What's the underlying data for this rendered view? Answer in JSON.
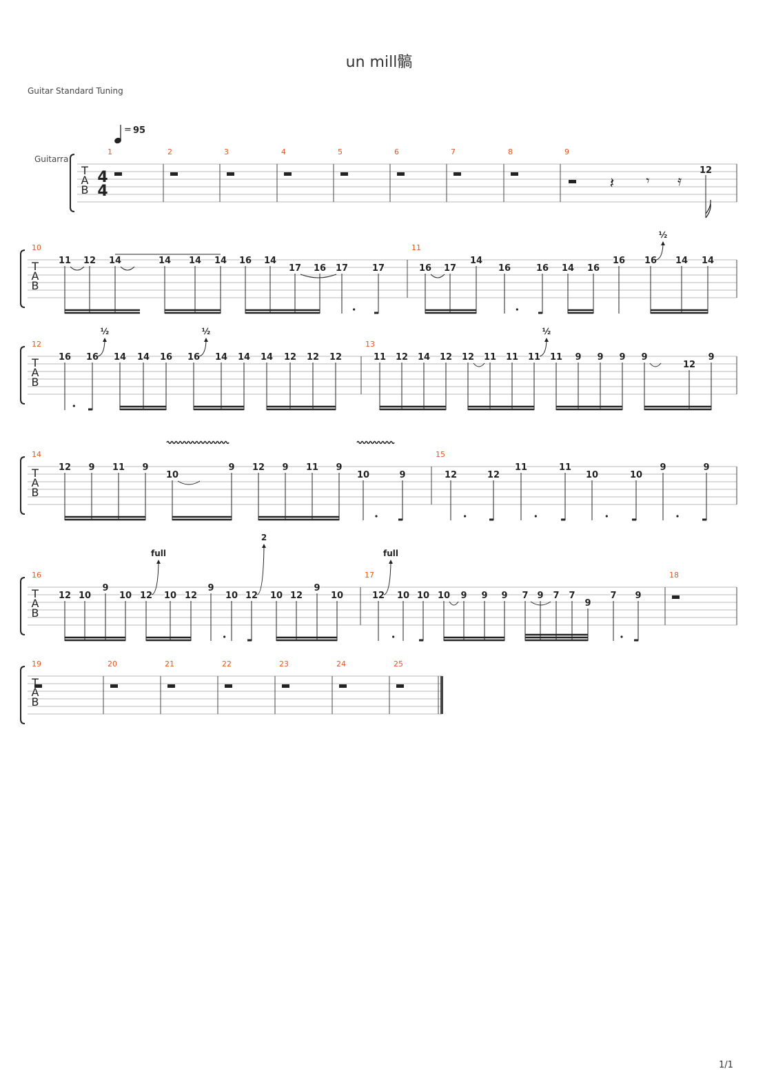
{
  "score": {
    "title": "un mill髇",
    "tuning": "Guitar Standard Tuning",
    "tempo": "95",
    "instrument": "Guitarra",
    "time_signature": {
      "numerator": "4",
      "denominator": "4"
    },
    "tab_letters": [
      "T",
      "A",
      "B"
    ],
    "page": "1/1"
  },
  "systems": [
    {
      "measures": [
        {
          "number": "1",
          "content": "whole-rest"
        },
        {
          "number": "2",
          "content": "whole-rest"
        },
        {
          "number": "3",
          "content": "whole-rest"
        },
        {
          "number": "4",
          "content": "whole-rest"
        },
        {
          "number": "5",
          "content": "whole-rest"
        },
        {
          "number": "6",
          "content": "whole-rest"
        },
        {
          "number": "7",
          "content": "whole-rest"
        },
        {
          "number": "8",
          "content": "whole-rest"
        },
        {
          "number": "9",
          "content": "rests-then-note",
          "frets": [
            "12"
          ]
        }
      ]
    },
    {
      "measures": [
        {
          "number": "10",
          "frets": [
            "11",
            "12",
            "14",
            "14",
            "14",
            "14",
            "16",
            "14",
            "17",
            "16",
            "17",
            "17"
          ]
        },
        {
          "number": "11",
          "frets": [
            "16",
            "17",
            "14",
            "16",
            "16",
            "14",
            "16",
            "16",
            "16",
            "14",
            "14"
          ],
          "bend": "½"
        }
      ]
    },
    {
      "measures": [
        {
          "number": "12",
          "frets": [
            "16",
            "16",
            "14",
            "14",
            "16",
            "16",
            "14",
            "14",
            "14",
            "12",
            "12",
            "12"
          ],
          "bends": [
            "½",
            "½"
          ]
        },
        {
          "number": "13",
          "frets": [
            "11",
            "12",
            "14",
            "12",
            "12",
            "11",
            "11",
            "11",
            "11",
            "9",
            "9",
            "9",
            "9",
            "12",
            "9"
          ],
          "bend": "½"
        }
      ]
    },
    {
      "measures": [
        {
          "number": "14",
          "frets": [
            "12",
            "9",
            "11",
            "9",
            "10",
            "9",
            "12",
            "9",
            "11",
            "9",
            "10",
            "9"
          ]
        },
        {
          "number": "15",
          "frets": [
            "12",
            "12",
            "11",
            "11",
            "10",
            "10",
            "9",
            "9"
          ]
        }
      ]
    },
    {
      "measures": [
        {
          "number": "16",
          "frets": [
            "12",
            "10",
            "9",
            "10",
            "12",
            "10",
            "12",
            "9",
            "10",
            "12",
            "10",
            "12",
            "9",
            "10"
          ],
          "bends": [
            "full",
            "2"
          ]
        },
        {
          "number": "17",
          "frets": [
            "12",
            "10",
            "10",
            "10",
            "9",
            "9",
            "9",
            "7",
            "9",
            "7",
            "7",
            "9",
            "7",
            "9"
          ],
          "bend": "full"
        },
        {
          "number": "18",
          "content": "whole-rest"
        }
      ]
    },
    {
      "measures": [
        {
          "number": "19",
          "content": "whole-rest"
        },
        {
          "number": "20",
          "content": "whole-rest"
        },
        {
          "number": "21",
          "content": "whole-rest"
        },
        {
          "number": "22",
          "content": "whole-rest"
        },
        {
          "number": "23",
          "content": "whole-rest"
        },
        {
          "number": "24",
          "content": "whole-rest"
        },
        {
          "number": "25",
          "content": "whole-rest"
        }
      ]
    }
  ],
  "colors": {
    "measure_number": "#e8541e",
    "staff_line": "#b8b8b8",
    "barline": "#444444",
    "ink": "#222222"
  }
}
